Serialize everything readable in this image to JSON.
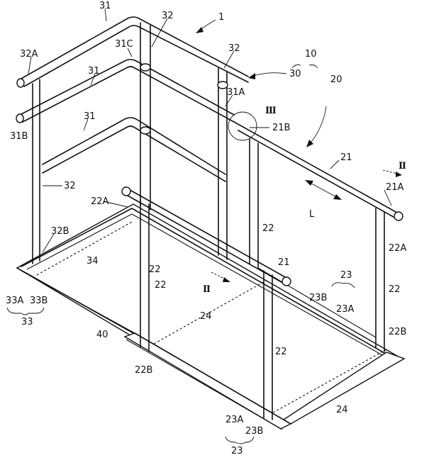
{
  "labels": {
    "n1": "1",
    "n10": "10",
    "n20": "20",
    "n30": "30",
    "n31_top": "31",
    "n31_mid": "31",
    "n31_low": "31",
    "n31A": "31A",
    "n31B": "31B",
    "n31C": "31C",
    "n32_top": "32",
    "n32_right": "32",
    "n32_left": "32",
    "n32A": "32A",
    "n32B": "32B",
    "n33": "33",
    "n33A": "33A",
    "n33B": "33B",
    "n34": "34",
    "n40": "40",
    "n21_top": "21",
    "n21_front": "21",
    "n21A": "21A",
    "n21B": "21B",
    "n22_a": "22",
    "n22_b": "22",
    "n22_c": "22",
    "n22_d": "22",
    "n22_e": "22",
    "n22A_left": "22A",
    "n22A_right": "22A",
    "n22B_left": "22B",
    "n22B_right": "22B",
    "n23_right": "23",
    "n23_bottom": "23",
    "n23A_right": "23A",
    "n23A_bottom": "23A",
    "n23B_right": "23B",
    "n23B_bottom": "23B",
    "n24_mid": "24",
    "n24_right": "24",
    "L": "L",
    "sec3": "Ⅲ",
    "sec2_right": "Ⅱ",
    "sec2_mid": "Ⅱ"
  }
}
